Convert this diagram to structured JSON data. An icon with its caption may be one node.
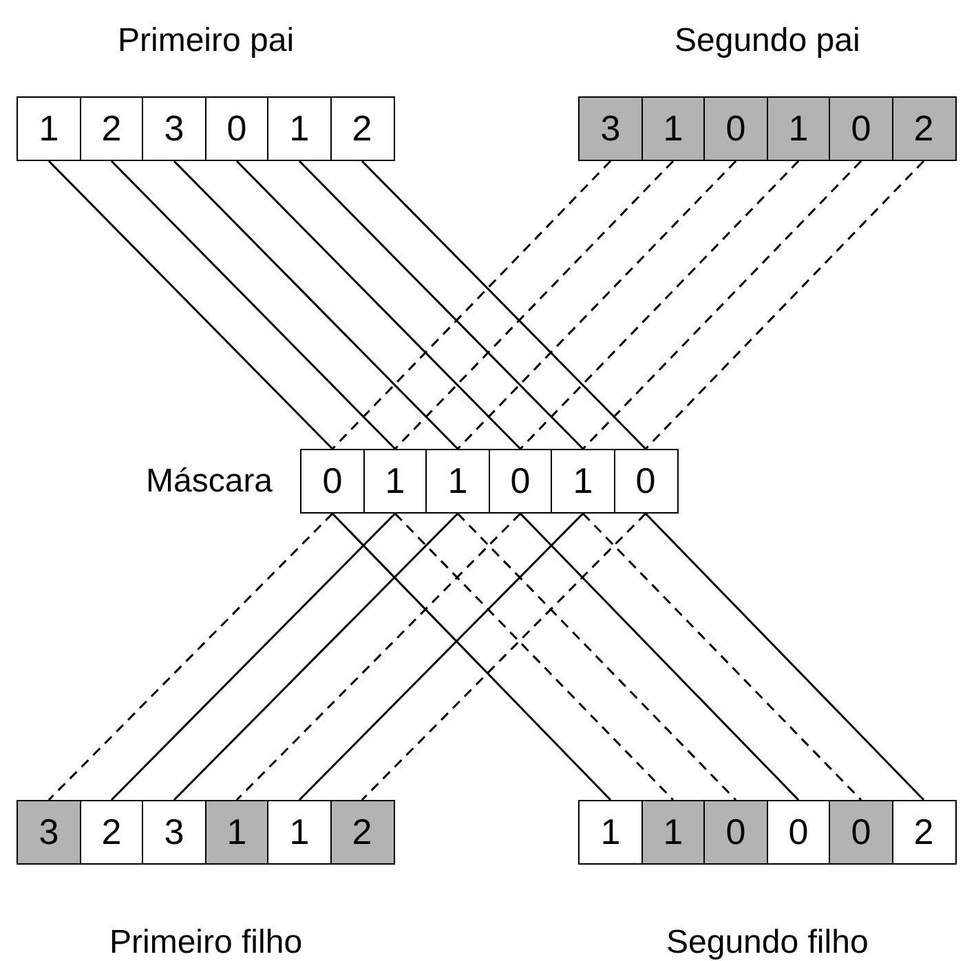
{
  "diagram": {
    "nodes": [
      {
        "text": [
          "Primeiro pai"
        ]
      },
      {
        "text": [
          "1"
        ],
        "in": 0
      },
      {
        "text": [
          "2"
        ],
        "in": 0
      },
      {
        "text": [
          "3"
        ],
        "in": 0
      },
      {
        "text": [
          "0"
        ],
        "in": 0
      },
      {
        "text": [
          "1"
        ],
        "in": 0
      },
      {
        "text": [
          "2"
        ],
        "in": 0
      },
      {
        "text": [
          "Segundo pai"
        ]
      },
      {
        "text": [
          "3"
        ],
        "in": 7
      },
      {
        "text": [
          "1"
        ],
        "in": 7
      },
      {
        "text": [
          "0"
        ],
        "in": 7
      },
      {
        "text": [
          "1"
        ],
        "in": 7
      },
      {
        "text": [
          "0"
        ],
        "in": 7
      },
      {
        "text": [
          "2"
        ],
        "in": 7
      },
      {
        "text": [
          "Máscara"
        ]
      },
      {
        "text": [
          "0"
        ],
        "in": 14
      },
      {
        "text": [
          "1"
        ],
        "in": 14
      },
      {
        "text": [
          "1"
        ],
        "in": 14
      },
      {
        "text": [
          "0"
        ],
        "in": 14
      },
      {
        "text": [
          "1"
        ],
        "in": 14
      },
      {
        "text": [
          "0"
        ],
        "in": 14
      },
      {
        "text": [
          "Primeiro filho"
        ]
      },
      {
        "text": [
          "3"
        ],
        "in": 21
      },
      {
        "text": [
          "2"
        ],
        "in": 21
      },
      {
        "text": [
          "3"
        ],
        "in": 21
      },
      {
        "text": [
          "1"
        ],
        "in": 21
      },
      {
        "text": [
          "1"
        ],
        "in": 21
      },
      {
        "text": [
          "2"
        ],
        "in": 21
      },
      {
        "text": [
          "Segundo filho"
        ]
      },
      {
        "text": [
          "1"
        ],
        "in": 28
      },
      {
        "text": [
          "1"
        ],
        "in": 28
      },
      {
        "text": [
          "0"
        ],
        "in": 28
      },
      {
        "text": [
          "0"
        ],
        "in": 28
      },
      {
        "text": [
          "0"
        ],
        "in": 28
      },
      {
        "text": [
          "2"
        ],
        "in": 28
      }
    ],
    "edges": [
      {
        "from": 1,
        "to": 15,
        "arrow": "none"
      },
      {
        "from": 2,
        "to": 16,
        "arrow": "none"
      },
      {
        "from": 3,
        "to": 17,
        "arrow": "none"
      },
      {
        "from": 4,
        "to": 18,
        "arrow": "none"
      },
      {
        "from": 5,
        "to": 19,
        "arrow": "none"
      },
      {
        "from": 6,
        "to": 20,
        "arrow": "none"
      },
      {
        "from": 8,
        "to": 15,
        "arrow": "none",
        "style": "dashed"
      },
      {
        "from": 9,
        "to": 16,
        "arrow": "none",
        "style": "dashed"
      },
      {
        "from": 10,
        "to": 17,
        "arrow": "none",
        "style": "dashed"
      },
      {
        "from": 11,
        "to": 18,
        "arrow": "none",
        "style": "dashed"
      },
      {
        "from": 12,
        "to": 19,
        "arrow": "none",
        "style": "dashed"
      },
      {
        "from": 13,
        "to": 20,
        "arrow": "none",
        "style": "dashed"
      },
      {
        "from": 15,
        "to": 29,
        "arrow": "none"
      },
      {
        "from": 15,
        "to": 22,
        "arrow": "none",
        "style": "dashed"
      },
      {
        "from": 16,
        "to": 23,
        "arrow": "none"
      },
      {
        "from": 16,
        "to": 30,
        "arrow": "none",
        "style": "dashed"
      },
      {
        "from": 17,
        "to": 24,
        "arrow": "none"
      },
      {
        "from": 17,
        "to": 31,
        "arrow": "none",
        "style": "dashed"
      },
      {
        "from": 18,
        "to": 32,
        "arrow": "none"
      },
      {
        "from": 18,
        "to": 25,
        "arrow": "none",
        "style": "dashed"
      },
      {
        "from": 19,
        "to": 26,
        "arrow": "none"
      },
      {
        "from": 19,
        "to": 33,
        "arrow": "none",
        "style": "dashed"
      },
      {
        "from": 20,
        "to": 34,
        "arrow": "none"
      },
      {
        "from": 20,
        "to": 27,
        "arrow": "none",
        "style": "dashed"
      }
    ]
  }
}
